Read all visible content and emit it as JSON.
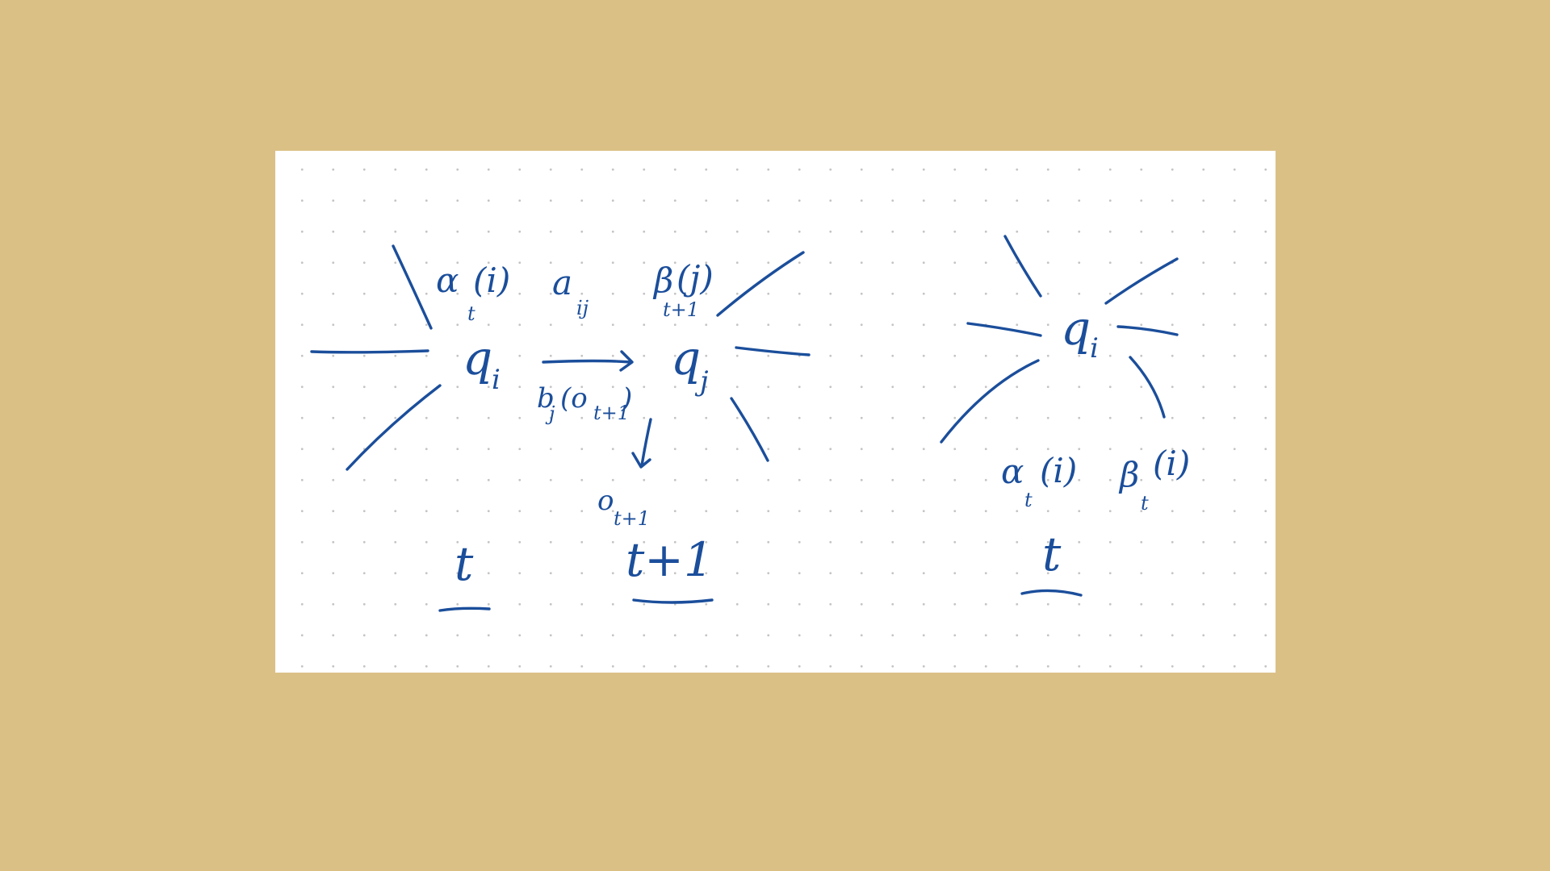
{
  "colors": {
    "background": "#DBC086",
    "paper": "#FFFFFF",
    "dot_grid": "#C4C4C4",
    "ink": "#1B4E9B"
  },
  "left_diagram": {
    "node_i": {
      "symbol": "q",
      "subscript": "i"
    },
    "node_j": {
      "symbol": "q",
      "subscript": "j"
    },
    "alpha": {
      "symbol": "α",
      "subscript": "t",
      "arg": "(i)"
    },
    "transition": {
      "symbol": "a",
      "subscript": "ij"
    },
    "beta": {
      "symbol": "β",
      "subscript": "t+1",
      "arg": "(j)"
    },
    "emission": {
      "symbol": "b",
      "subscript": "j",
      "arg_open": "(o",
      "arg_subscript": "t+1",
      "arg_close": ")"
    },
    "observation": {
      "symbol": "o",
      "subscript": "t+1"
    },
    "time_left": "t",
    "time_right": "t+1"
  },
  "right_diagram": {
    "node_i": {
      "symbol": "q",
      "subscript": "i"
    },
    "alpha": {
      "symbol": "α",
      "subscript": "t",
      "arg": "(i)"
    },
    "beta": {
      "symbol": "β",
      "subscript": "t",
      "arg": "(i)"
    },
    "time": "t"
  }
}
